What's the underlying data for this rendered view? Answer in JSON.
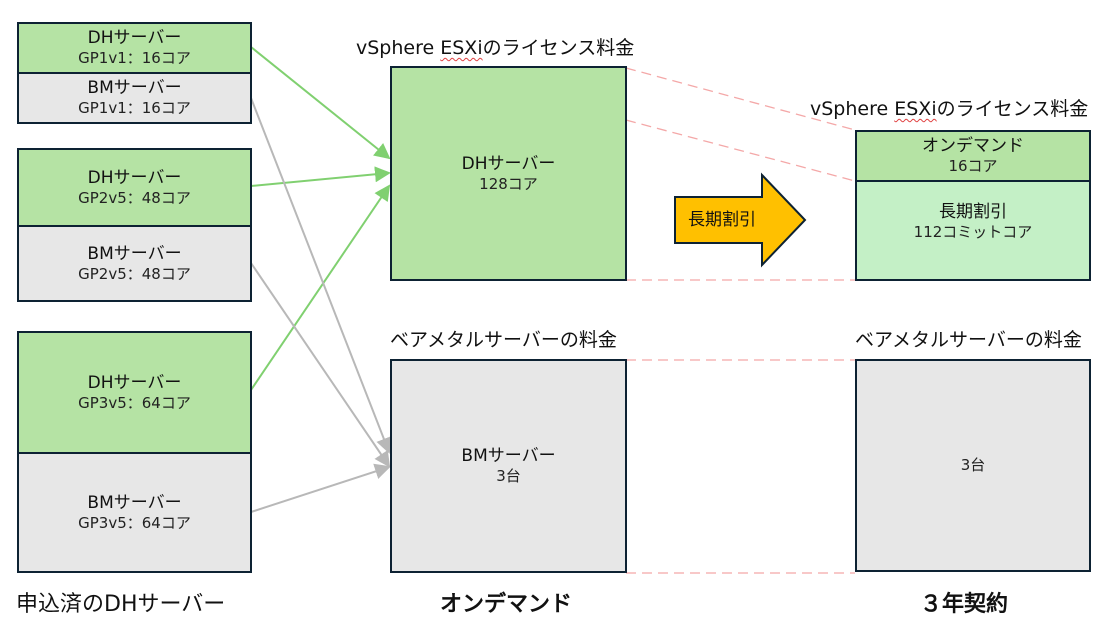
{
  "left_column": {
    "caption": "申込済のDHサーバー",
    "groups": [
      {
        "dh": {
          "name": "DHサーバー",
          "spec": "GP1v1：16コア"
        },
        "bm": {
          "name": "BMサーバー",
          "spec": "GP1v1：16コア"
        }
      },
      {
        "dh": {
          "name": "DHサーバー",
          "spec": "GP2v5：48コア"
        },
        "bm": {
          "name": "BMサーバー",
          "spec": "GP2v5：48コア"
        }
      },
      {
        "dh": {
          "name": "DHサーバー",
          "spec": "GP3v5：64コア"
        },
        "bm": {
          "name": "BMサーバー",
          "spec": "GP3v5：64コア"
        }
      }
    ]
  },
  "on_demand": {
    "caption": "オンデマンド",
    "license": {
      "title_prefix": "vSphere ",
      "title_underlined": "ESXi",
      "title_suffix": "のライセンス料金",
      "name": "DHサーバー",
      "value": "128コア"
    },
    "baremetal": {
      "title": "ベアメタルサーバーの料金",
      "name": "BMサーバー",
      "value": "3台"
    }
  },
  "transition_arrow": {
    "label": "長期割引",
    "color": "#ffc000"
  },
  "three_year": {
    "caption": "３年契約",
    "license": {
      "title_prefix": "vSphere ",
      "title_underlined": "ESXi",
      "title_suffix": "のライセンス料金",
      "on_demand_name": "オンデマンド",
      "on_demand_value": "16コア",
      "discount_name": "長期割引",
      "discount_value": "112コミットコア"
    },
    "baremetal": {
      "title": "ベアメタルサーバーの料金",
      "value": "3台"
    }
  },
  "colors": {
    "dh_fill": "#b5e3a4",
    "bm_fill": "#e7e7e7",
    "discount_fill": "#c4f0c6",
    "dh_connector": "#80d070",
    "bm_connector": "#b8b8b8",
    "projection_line": "#f4a8a8"
  }
}
